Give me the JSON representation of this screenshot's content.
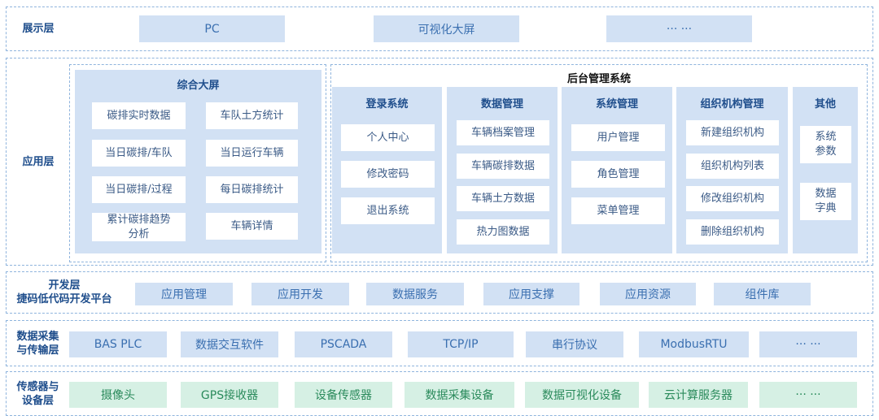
{
  "presentation": {
    "label": "展示层",
    "items": [
      "PC",
      "可视化大屏",
      "··· ···"
    ]
  },
  "application": {
    "label": "应用层",
    "dashboard": {
      "title": "综合大屏",
      "items": [
        "碳排实时数据",
        "车队土方统计",
        "当日碳排/车队",
        "当日运行车辆",
        "当日碳排/过程",
        "每日碳排统计",
        "累计碳排趋势分析",
        "车辆详情"
      ]
    },
    "backend": {
      "title": "后台管理系统",
      "sections": [
        {
          "title": "登录系统",
          "items": [
            "个人中心",
            "修改密码",
            "退出系统"
          ]
        },
        {
          "title": "数据管理",
          "items": [
            "车辆档案管理",
            "车辆碳排数据",
            "车辆土方数据",
            "热力图数据"
          ]
        },
        {
          "title": "系统管理",
          "items": [
            "用户管理",
            "角色管理",
            "菜单管理"
          ]
        },
        {
          "title": "组织机构管理",
          "items": [
            "新建组织机构",
            "组织机构列表",
            "修改组织机构",
            "删除组织机构"
          ]
        },
        {
          "title": "其他",
          "items": [
            "系统参数",
            "数据字典"
          ]
        }
      ]
    }
  },
  "development": {
    "label_line1": "开发层",
    "label_line2": "捷码低代码开发平台",
    "items": [
      "应用管理",
      "应用开发",
      "数据服务",
      "应用支撑",
      "应用资源",
      "组件库"
    ]
  },
  "data_collection": {
    "label_line1": "数据采集",
    "label_line2": "与传输层",
    "items": [
      "BAS PLC",
      "数据交互软件",
      "PSCADA",
      "TCP/IP",
      "串行协议",
      "ModbusRTU",
      "··· ···"
    ]
  },
  "sensor": {
    "label_line1": "传感器与",
    "label_line2": "设备层",
    "items": [
      "摄像头",
      "GPS接收器",
      "设备传感器",
      "数据采集设备",
      "数据可视化设备",
      "云计算服务器",
      "··· ···"
    ]
  },
  "colors": {
    "border": "#8fb4dd",
    "blue_fill": "#d2e1f4",
    "blue_text": "#3a6fb0",
    "green_fill": "#d6f0e4",
    "green_text": "#2a8a5b",
    "label_text": "#1f4e8c"
  }
}
